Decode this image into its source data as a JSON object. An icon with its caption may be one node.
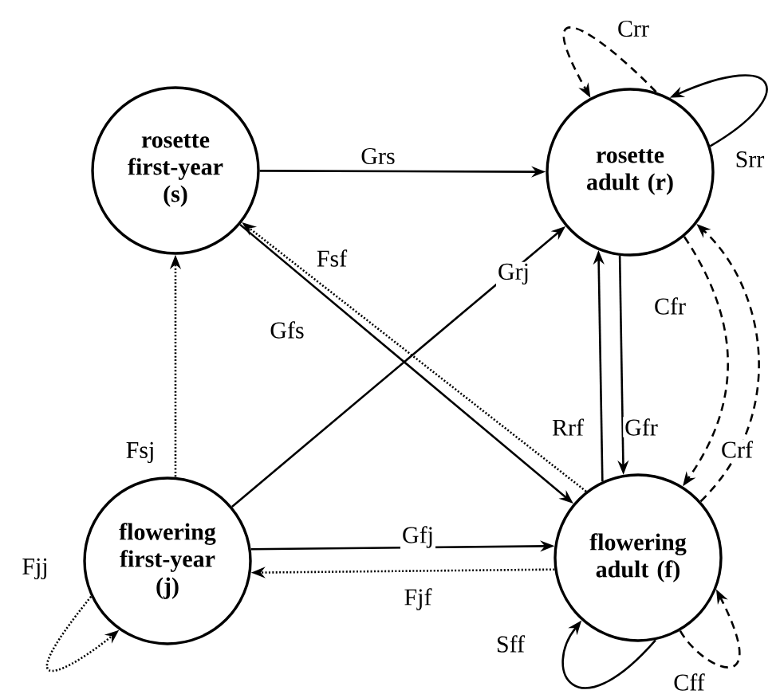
{
  "diagram": {
    "nodes": [
      {
        "text": [
          "rosette first-year (s)"
        ]
      },
      {
        "text": [
          "rosette adult (r)"
        ]
      },
      {
        "text": [
          "flowering first-year (j)"
        ]
      },
      {
        "text": [
          "flowering adult (f)"
        ]
      }
    ],
    "edges": [
      {
        "from": 0,
        "to": 1,
        "arrow": "to",
        "label": "Grs"
      },
      {
        "from": 2,
        "to": 1,
        "arrow": "to",
        "label": "Grj"
      },
      {
        "from": 0,
        "to": 3,
        "arrow": "to",
        "label": "Gfs"
      },
      {
        "from": 3,
        "to": 0,
        "arrow": "to",
        "label": "Fsf",
        "style": "dashed"
      },
      {
        "from": 3,
        "to": 1,
        "arrow": "to",
        "label": "Rrf"
      },
      {
        "from": 1,
        "to": 3,
        "arrow": "to",
        "label": "Gfr"
      },
      {
        "from": 2,
        "to": 0,
        "arrow": "to",
        "label": "Fsj",
        "style": "dashed"
      },
      {
        "from": 2,
        "to": 3,
        "arrow": "to",
        "label": "Gfj"
      },
      {
        "from": 3,
        "to": 2,
        "arrow": "to",
        "label": "Fjf",
        "style": "dashed"
      },
      {
        "from": 2,
        "to": 2,
        "arrow": "to",
        "label": "Fjj",
        "style": "dashed"
      },
      {
        "from": 1,
        "to": 1,
        "arrow": "to",
        "label": "Crr",
        "style": "dashed"
      },
      {
        "from": 1,
        "to": 1,
        "arrow": "to",
        "label": "Srr"
      },
      {
        "from": 1,
        "to": 3,
        "arrow": "to",
        "label": "Cfr",
        "style": "dashed"
      },
      {
        "from": 3,
        "to": 1,
        "arrow": "to",
        "label": "Crf",
        "style": "dashed"
      },
      {
        "from": 3,
        "to": 3,
        "arrow": "to",
        "label": "Sff"
      },
      {
        "from": 3,
        "to": 3,
        "arrow": "to",
        "label": "Cff",
        "style": "dashed"
      }
    ]
  }
}
